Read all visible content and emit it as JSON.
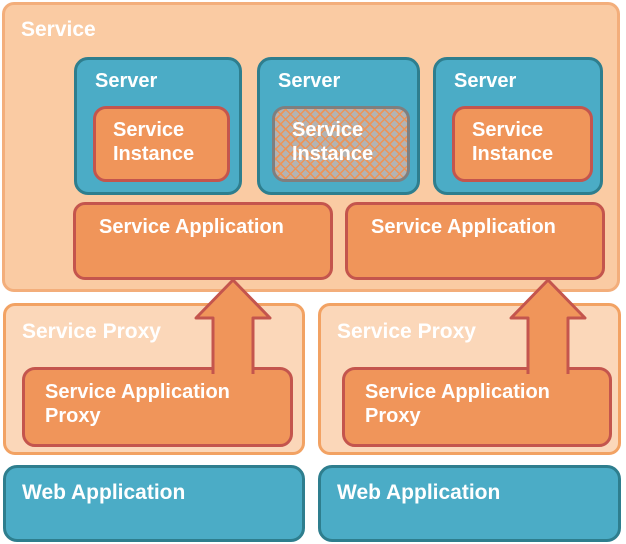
{
  "colors": {
    "teal_fill": "#4BACC6",
    "teal_border": "#2E7E8E",
    "orange_fill": "#F0955A",
    "orange_border": "#C4554D",
    "service_fill": "#FACBA3",
    "service_border": "#F3AE7B",
    "proxy_fill": "#FBD7B9",
    "proxy_border": "#F2A263",
    "disabled_fill": "#B3B3B3",
    "disabled_border": "#7F7F7F",
    "text": "#FFFFFF"
  },
  "service": {
    "label": "Service",
    "servers": [
      {
        "label": "Server",
        "instance": {
          "line1": "Service",
          "line2": "Instance",
          "state": "normal"
        }
      },
      {
        "label": "Server",
        "instance": {
          "line1": "Service",
          "line2": "Instance",
          "state": "hatched"
        }
      },
      {
        "label": "Server",
        "instance": {
          "line1": "Service",
          "line2": "Instance",
          "state": "normal"
        }
      }
    ],
    "applications": [
      {
        "label": "Service Application"
      },
      {
        "label": "Service Application"
      }
    ]
  },
  "proxies": [
    {
      "label": "Service Proxy",
      "inner": {
        "line1": "Service Application",
        "line2": "Proxy"
      }
    },
    {
      "label": "Service Proxy",
      "inner": {
        "line1": "Service Application",
        "line2": "Proxy"
      }
    }
  ],
  "web_apps": [
    {
      "label": "Web Application"
    },
    {
      "label": "Web Application"
    }
  ]
}
